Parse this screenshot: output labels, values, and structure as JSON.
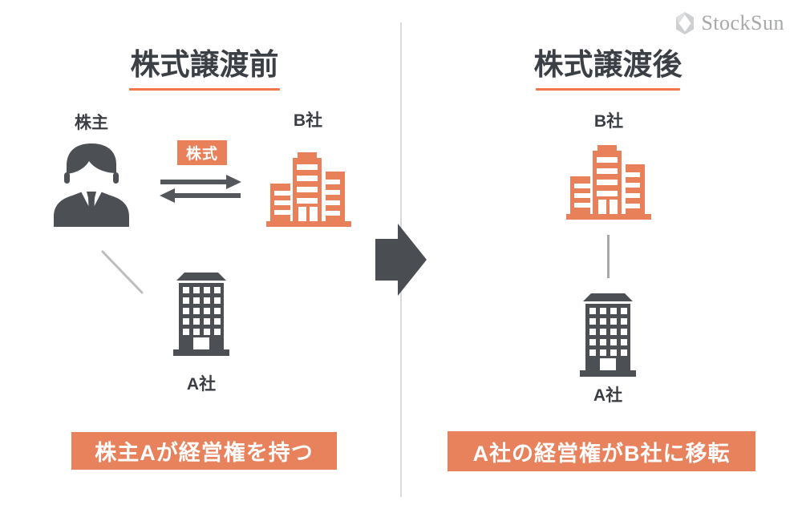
{
  "logo": {
    "text": "StockSun",
    "icon": "stocksun-gem-icon"
  },
  "left_panel": {
    "title": "株式譲渡前",
    "shareholder_label": "株主",
    "stock_badge_label": "株式",
    "company_b_label": "B社",
    "company_a_label": "A社",
    "banner_text": "株主Aが経営権を持つ",
    "icons": [
      "businessman-icon",
      "exchange-arrows-icon",
      "building-cluster-icon",
      "office-building-icon",
      "diagonal-connector-line"
    ]
  },
  "center": {
    "icon": "big-right-arrow-icon"
  },
  "right_panel": {
    "title": "株式譲渡後",
    "company_b_label": "B社",
    "company_a_label": "A社",
    "banner_text": "A社の経営権がB社に移転",
    "icons": [
      "building-cluster-icon",
      "vertical-connector-line",
      "office-building-icon"
    ]
  },
  "colors": {
    "accent_orange": "#e8805a",
    "underline_orange": "#f4754b",
    "dark_gray": "#4c5055",
    "title_gray": "#3b3f46",
    "divider_gray": "#dadada",
    "connector_gray": "#a8a8a8",
    "logo_gray": "#b9bbbd",
    "background": "#ffffff"
  }
}
